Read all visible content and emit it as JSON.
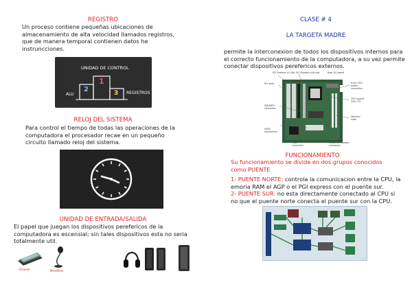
{
  "left": {
    "registro": {
      "title": "REGISTRO",
      "text": "Un proceso contiene pequeñas ubicaciones de almacenamiento de alta  velocidad llamados registros, que de manera temporal contienen datos he instruncciones.",
      "image": {
        "title": "UNIDAD DE CONTROL",
        "left_label": "ALU",
        "right_label": "REGISTROS",
        "digits": [
          "2",
          "1",
          "3"
        ]
      }
    },
    "reloj": {
      "title": "RELOJ DEL SISTEMA",
      "text": "Para control el tiempo de todas las operaciones de la computadora el procesador recae en un pequeño circuito llamado reloj del sistema."
    },
    "entrada": {
      "title": "UNIDAD DE ENTRADA/SALIDA",
      "text": "El papel que juegan los dispositivos perefericos de la computadora es escensial; sin tales dispositivos esta no seria totalmente util.",
      "device_labels": [
        "Escaner",
        "Micrófono"
      ]
    }
  },
  "right": {
    "clase": "CLASE # 4",
    "subtitle": "LA TARGETA MADRE",
    "intro": "permite la interconexion de todos los dispositivos internos para el correcto funcionamiento de la computadora, a su vez permite conectar dispositivos perefericos externos.",
    "mobo_labels": [
      "PCI Express x1 slot",
      "PCI Express x16 slot",
      "Rear I/O panel",
      "PCI slots",
      "IDE/PATA connector",
      "SATA connectors",
      "FDD connector",
      "4-pin CPU power connector",
      "CPU socket LGA 775",
      "Memory slots",
      "24-pin ATX power connector"
    ],
    "funcionamiento": {
      "title": "FUNCIONAMIENTO",
      "intro": "Su funcionamiento se divide en dos grupos conocidos como PUENTE",
      "item1_label": "1- PUENTE NORTE:",
      "item1_text": " controla la comunicacion entre la CPU, la emoria RAM el AGP o el PGI express con el puente sur.",
      "item2_label": "2- PUENTE SUR:",
      "item2_text": " no esta directamente conectado al CPU si no que el puente norte conecta el puente sur con la CPU."
    }
  },
  "colors": {
    "accent_red": "#e02020",
    "accent_blue": "#1c2fa8",
    "board_dark": "#2d2d2d"
  }
}
